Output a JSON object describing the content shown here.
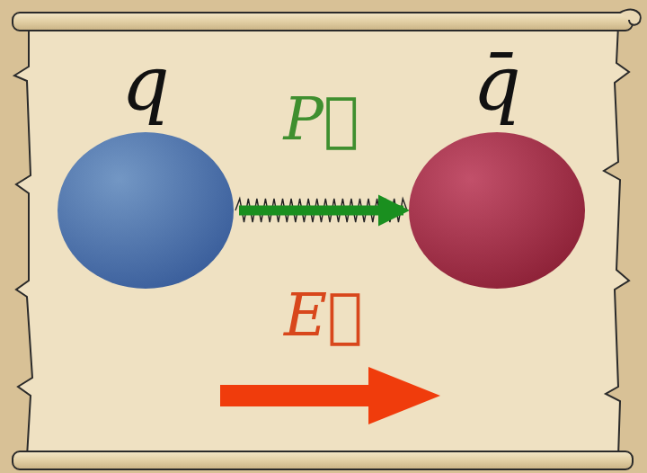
{
  "diagram": {
    "nodes": [
      {
        "text": [
          "q"
        ]
      },
      {
        "text": [
          "q̄"
        ]
      }
    ],
    "edges": [
      {
        "from": 0,
        "to": 1,
        "arrow": "none"
      },
      {
        "from": 0,
        "to": 1,
        "label": "P⃗",
        "arrow": "to"
      }
    ],
    "labels": [
      "E⃗"
    ]
  }
}
